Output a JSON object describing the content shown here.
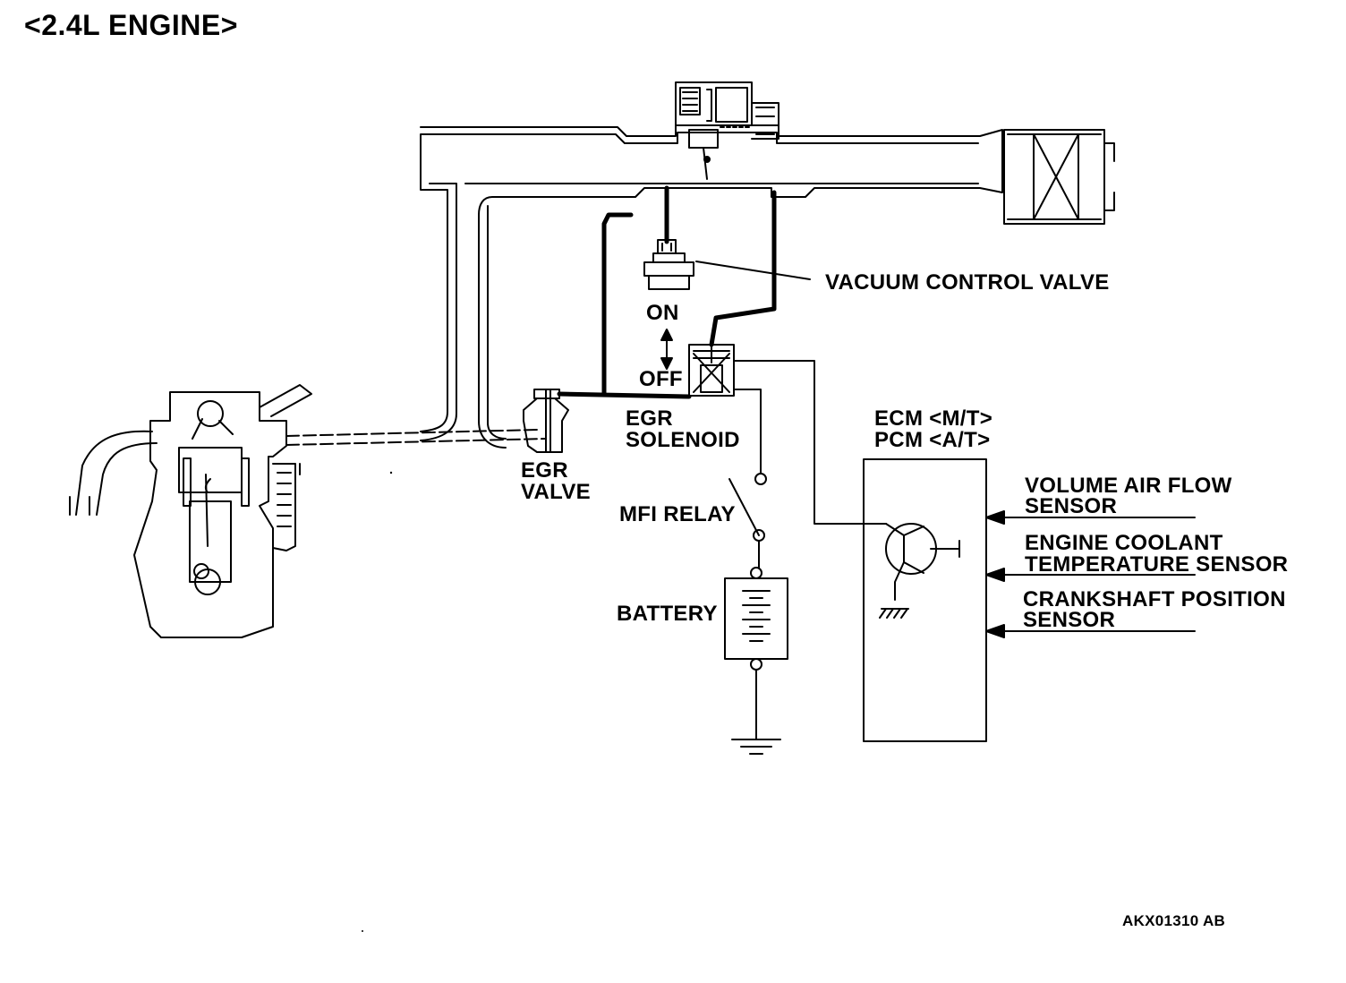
{
  "title": "<2.4L ENGINE>",
  "figure_code": "AKX01310 AB",
  "labels": {
    "vacuum_control_valve": "VACUUM CONTROL VALVE",
    "on": "ON",
    "off": "OFF",
    "egr_solenoid_line1": "EGR",
    "egr_solenoid_line2": "SOLENOID",
    "egr_valve_line1": "EGR",
    "egr_valve_line2": "VALVE",
    "mfi_relay": "MFI RELAY",
    "battery": "BATTERY",
    "ecm": "ECM <M/T>",
    "pcm": "PCM <A/T>"
  },
  "sensors": [
    {
      "line1": "VOLUME AIR FLOW",
      "line2": "SENSOR"
    },
    {
      "line1": "ENGINE COOLANT",
      "line2": "TEMPERATURE SENSOR"
    },
    {
      "line1": "CRANKSHAFT POSITION",
      "line2": "SENSOR"
    }
  ],
  "colors": {
    "ink": "#000000",
    "paper": "#ffffff"
  }
}
